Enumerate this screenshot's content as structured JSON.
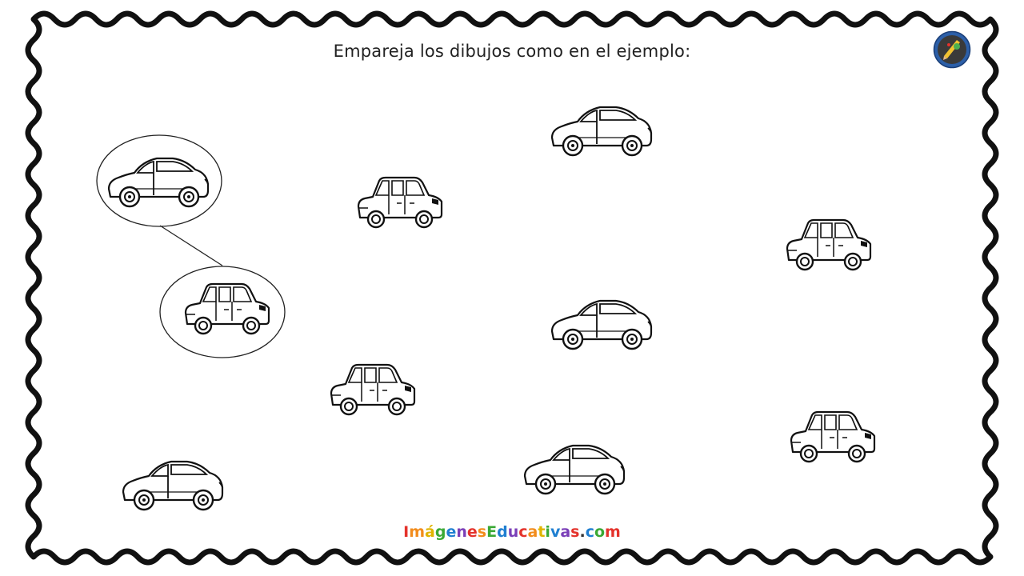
{
  "worksheet": {
    "instruction": "Empareja los dibujos como en el ejemplo:",
    "watermark": {
      "letters": [
        "I",
        "m",
        "á",
        "g",
        "e",
        "n",
        "e",
        "s",
        "E",
        "d",
        "u",
        "c",
        "a",
        "t",
        "i",
        "v",
        "a",
        "s",
        ".",
        "c",
        "o",
        "m"
      ],
      "colors": [
        "#e4322b",
        "#f28c1c",
        "#e0b400",
        "#3aa935",
        "#1f7fd1",
        "#7b3fb8",
        "#e4322b",
        "#f28c1c",
        "#3aa935",
        "#1f7fd1",
        "#7b3fb8",
        "#e4322b",
        "#f28c1c",
        "#e0b400",
        "#3aa935",
        "#1f7fd1",
        "#7b3fb8",
        "#e4322b",
        "#333333",
        "#1f7fd1",
        "#3aa935",
        "#e4322b"
      ]
    },
    "logo_icon": "pencil-globe-logo-icon",
    "border_style": "wavy",
    "colors": {
      "ink": "#111111",
      "paper": "#ffffff",
      "border": "#111111"
    },
    "items": [
      {
        "id": "example-coupe",
        "kind": "coupe",
        "circled": true
      },
      {
        "id": "example-sedan",
        "kind": "sedan",
        "circled": true
      },
      {
        "id": "coupe-top-center",
        "kind": "coupe",
        "circled": false
      },
      {
        "id": "sedan-upper-left",
        "kind": "sedan",
        "circled": false
      },
      {
        "id": "sedan-right-upper",
        "kind": "sedan",
        "circled": false
      },
      {
        "id": "coupe-center",
        "kind": "coupe",
        "circled": false
      },
      {
        "id": "sedan-lower-left",
        "kind": "sedan",
        "circled": false
      },
      {
        "id": "sedan-right-lower",
        "kind": "sedan",
        "circled": false
      },
      {
        "id": "coupe-bottom-left",
        "kind": "coupe",
        "circled": false
      },
      {
        "id": "coupe-bottom-center",
        "kind": "coupe",
        "circled": false
      }
    ],
    "example_link": [
      "example-coupe",
      "example-sedan"
    ]
  }
}
